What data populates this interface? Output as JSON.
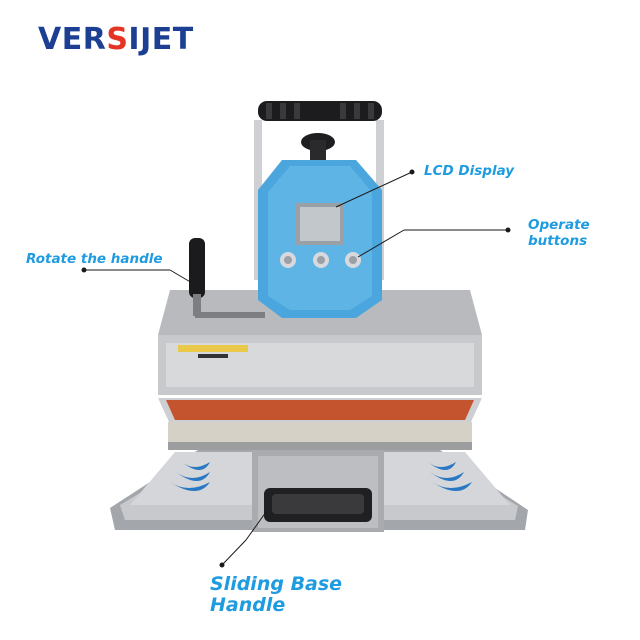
{
  "brand": {
    "logo_text_prefix": "VER",
    "logo_text_accent": "S",
    "logo_text_suffix": "IJET",
    "colors": {
      "primary": "#1c3f93",
      "accent": "#e53324"
    }
  },
  "callouts": {
    "lcd_display": "LCD Display",
    "operate_line1": "Operate",
    "operate_line2": "buttons",
    "rotate_handle": "Rotate the handle",
    "sliding_line1": "Sliding Base",
    "sliding_line2": "Handle",
    "color": "#1f9be0"
  },
  "machine": {
    "body_color": "#4ba6dd",
    "platen_color": "#b9babe",
    "heating_pad_color": "#c4542d"
  }
}
